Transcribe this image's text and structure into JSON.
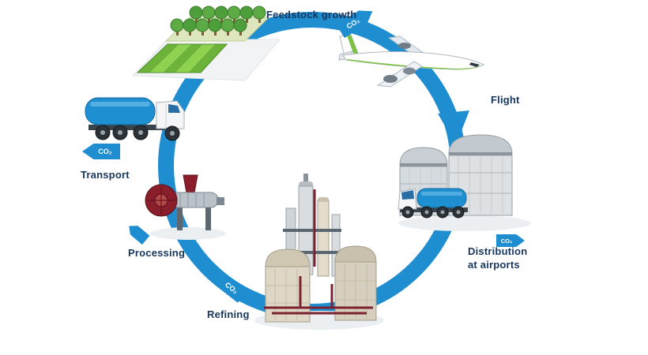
{
  "diagram": {
    "title_hidden": "",
    "stages": {
      "feedstock": {
        "label": "Feedstock growth"
      },
      "flight": {
        "label": "Flight"
      },
      "distribution": {
        "line1": "Distribution",
        "line2": "at airports"
      },
      "refining": {
        "label": "Refining"
      },
      "processing": {
        "label": "Processing"
      },
      "transport": {
        "label": "Transport"
      }
    },
    "co2_label": "CO₂",
    "icons": {
      "feedstock": "farm-field-with-trees-icon",
      "flight": "airplane-icon",
      "distribution": "storage-tanks-and-truck-icon",
      "refining": "refinery-plant-icon",
      "processing": "oil-press-machine-icon",
      "transport": "tanker-truck-icon",
      "cycle": "circular-arrow-cycle-icon"
    },
    "colors": {
      "cycle_blue": "#1f8ed0",
      "label_navy": "#17365d",
      "field_green": "#7dc242",
      "truck_blue": "#1e8fd0"
    }
  }
}
